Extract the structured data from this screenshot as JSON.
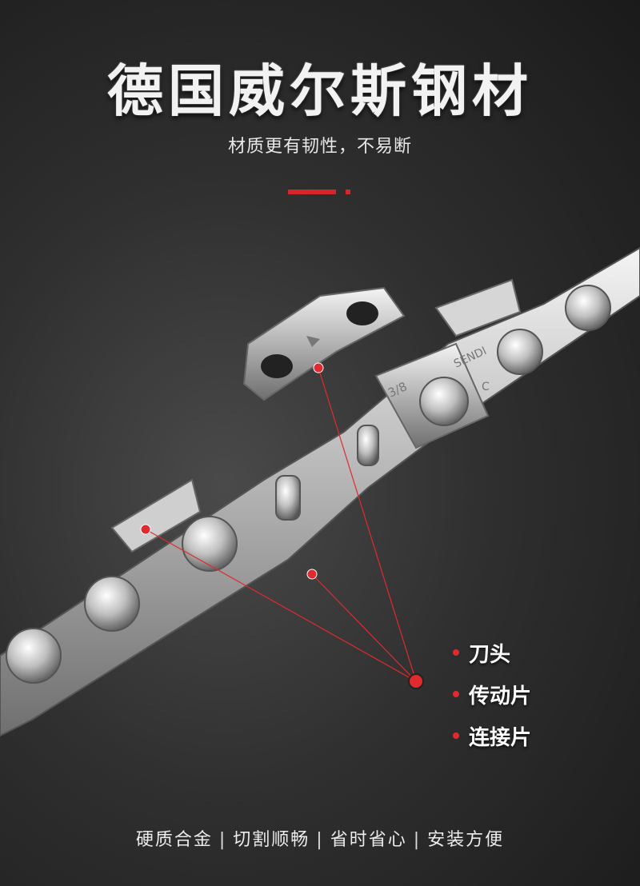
{
  "title": "德国威尔斯钢材",
  "subtitle": "材质更有韧性，不易断",
  "accent_color": "#d7262a",
  "chain_markings": [
    "3/8",
    "SENDI",
    "C"
  ],
  "legend": [
    {
      "label": "刀头"
    },
    {
      "label": "传动片"
    },
    {
      "label": "连接片"
    }
  ],
  "footer": [
    "硬质合金",
    "切割顺畅",
    "省时省心",
    "安装方便"
  ],
  "footer_separator": "|"
}
